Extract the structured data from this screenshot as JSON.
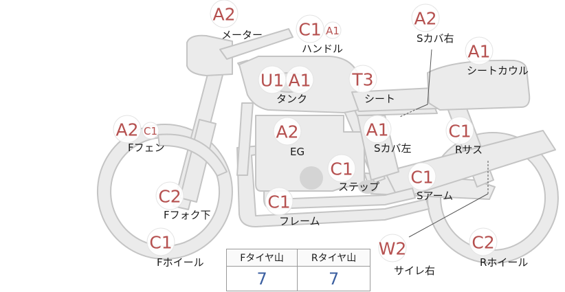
{
  "parts": {
    "meter": {
      "label": "メーター",
      "grades": [
        "A2"
      ]
    },
    "handle": {
      "label": "ハンドル",
      "grades": [
        "C1",
        "A1"
      ]
    },
    "s_cover_r": {
      "label": "Sカバ右",
      "grades": [
        "A2"
      ]
    },
    "seat_cowl": {
      "label": "シートカウル",
      "grades": [
        "A1"
      ]
    },
    "tank": {
      "label": "タンク",
      "grades": [
        "U1",
        "A1"
      ]
    },
    "seat": {
      "label": "シート",
      "grades": [
        "T3"
      ]
    },
    "f_fender": {
      "label": "Fフェン",
      "grades": [
        "A2",
        "C1"
      ]
    },
    "engine": {
      "label": "EG",
      "grades": [
        "A2"
      ]
    },
    "s_cover_l": {
      "label": "Sカバ左",
      "grades": [
        "A1"
      ]
    },
    "r_sus": {
      "label": "Rサス",
      "grades": [
        "C1"
      ]
    },
    "step": {
      "label": "ステップ",
      "grades": [
        "C1"
      ]
    },
    "s_arm": {
      "label": "Sアーム",
      "grades": [
        "C1"
      ]
    },
    "f_fork": {
      "label": "Fフォク下",
      "grades": [
        "C2"
      ]
    },
    "frame": {
      "label": "フレーム",
      "grades": [
        "C1"
      ]
    },
    "f_wheel": {
      "label": "Fホイール",
      "grades": [
        "C1"
      ]
    },
    "silencer_r": {
      "label": "サイレ右",
      "grades": [
        "W2"
      ]
    },
    "r_wheel": {
      "label": "Rホイール",
      "grades": [
        "C2"
      ]
    }
  },
  "tread": {
    "front_label": "Fタイヤ山",
    "rear_label": "Rタイヤ山",
    "front_value": "7",
    "rear_value": "7"
  },
  "colors": {
    "grade_text": "#b5504f",
    "tread_value": "#3b5fa0",
    "bike_fill": "#ebebeb",
    "bike_stroke": "#c4c4c4"
  }
}
